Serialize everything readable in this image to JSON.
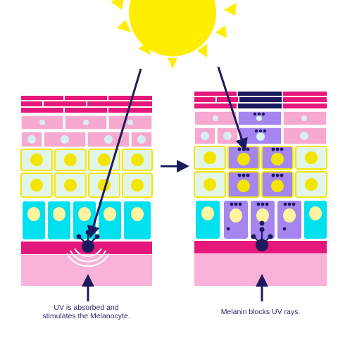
{
  "captions": {
    "before_line1": "UV is absorbed and",
    "before_line2": "stimulates the Melanocyte.",
    "after": "Melanin blocks UV rays."
  },
  "icons": [
    "sun-icon",
    "uv-ray-arrow-icon",
    "transition-arrow-icon",
    "melanocyte-icon",
    "up-arrow-icon"
  ],
  "colors": {
    "sun": "#ffee00",
    "stratum_corneum": "#e6177a",
    "granular_layer": "#f7a9d0",
    "granular_nucleus": "#d8eef5",
    "spinous_cell": "#e2f5e8",
    "spinous_border": "#f2e600",
    "nucleus": "#f2e600",
    "basal_cell": "#00e0ee",
    "basal_nucleus": "#fff4a0",
    "basement_membrane": "#e6177a",
    "dermis": "#f9b3d8",
    "melanin_cell": "#a585f0",
    "melanin_granule": "#1c1a5e",
    "arrow": "#1c1a5e"
  }
}
